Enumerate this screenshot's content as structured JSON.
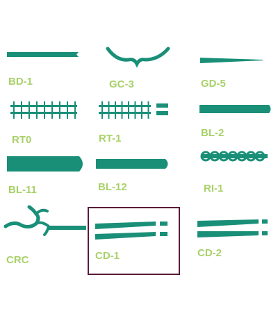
{
  "colors": {
    "shape": "#1a8f78",
    "label": "#a8d169",
    "highlight_border": "#5a1a3a",
    "background": "#ffffff"
  },
  "selected_item": "CD-1",
  "items": [
    {
      "id": "bd1",
      "label": "BD-1"
    },
    {
      "id": "gc3",
      "label": "GC-3"
    },
    {
      "id": "gd5",
      "label": "GD-5"
    },
    {
      "id": "rt0",
      "label": "RT0"
    },
    {
      "id": "rt1",
      "label": "RT-1"
    },
    {
      "id": "bl2",
      "label": "BL-2"
    },
    {
      "id": "bl11",
      "label": "BL-11"
    },
    {
      "id": "bl12",
      "label": "BL-12"
    },
    {
      "id": "ri1",
      "label": "RI-1"
    },
    {
      "id": "crc",
      "label": "CRC"
    },
    {
      "id": "cd1",
      "label": "CD-1"
    },
    {
      "id": "cd2",
      "label": "CD-2"
    }
  ]
}
